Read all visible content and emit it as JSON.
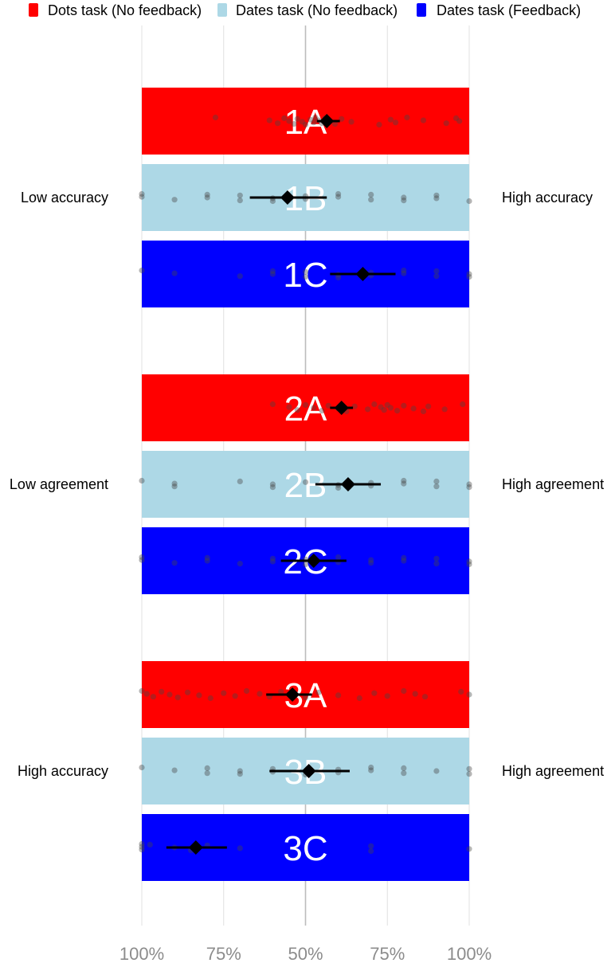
{
  "chart_data": {
    "type": "scatter",
    "legend": {
      "position": "top",
      "entries": [
        {
          "label": "Dots task (No feedback)",
          "color": "#ff0000"
        },
        {
          "label": "Dates task (No feedback)",
          "color": "#add8e6"
        },
        {
          "label": "Dates task (Feedback)",
          "color": "#0000ff"
        }
      ]
    },
    "x_ticks": [
      "100%",
      "75%",
      "50%",
      "75%",
      "100%"
    ],
    "xlim": [
      -1,
      1
    ],
    "grid": true,
    "groups": [
      {
        "left_label": "Low accuracy",
        "right_label": "High accuracy",
        "rows": [
          {
            "label": "1A",
            "condition": 0,
            "mean": 0.13,
            "ci": [
              0.07,
              0.21
            ],
            "points": [
              -0.55,
              -0.22,
              -0.17,
              -0.13,
              -0.1,
              -0.07,
              -0.05,
              -0.02,
              0.0,
              0.03,
              0.05,
              0.06,
              0.08,
              0.1,
              0.12,
              0.15,
              0.18,
              0.22,
              0.28,
              0.45,
              0.52,
              0.55,
              0.62,
              0.72,
              0.86,
              0.92,
              0.94
            ]
          },
          {
            "label": "1B",
            "condition": 1,
            "mean": -0.11,
            "ci": [
              -0.34,
              0.13
            ],
            "points": [
              -1.0,
              -1.0,
              -0.8,
              -0.6,
              -0.6,
              -0.4,
              -0.4,
              -0.2,
              -0.2,
              0.0,
              0.0,
              0.2,
              0.2,
              0.4,
              0.4,
              0.6,
              0.6,
              0.8,
              0.8,
              1.0
            ]
          },
          {
            "label": "1C",
            "condition": 2,
            "mean": 0.35,
            "ci": [
              0.15,
              0.55
            ],
            "points": [
              -1.0,
              -0.8,
              -0.4,
              -0.2,
              -0.2,
              0.0,
              0.0,
              0.2,
              0.2,
              0.4,
              0.4,
              0.6,
              0.6,
              0.8,
              0.8,
              1.0,
              1.0
            ]
          }
        ]
      },
      {
        "left_label": "Low agreement",
        "right_label": "High agreement",
        "rows": [
          {
            "label": "2A",
            "condition": 0,
            "mean": 0.22,
            "ci": [
              0.15,
              0.29
            ],
            "points": [
              -0.2,
              -0.1,
              -0.05,
              0.0,
              0.05,
              0.1,
              0.14,
              0.2,
              0.25,
              0.3,
              0.38,
              0.42,
              0.46,
              0.48,
              0.5,
              0.52,
              0.56,
              0.6,
              0.66,
              0.72,
              0.75,
              0.85,
              0.96
            ]
          },
          {
            "label": "2B",
            "condition": 1,
            "mean": 0.26,
            "ci": [
              0.06,
              0.46
            ],
            "points": [
              -1.0,
              -0.8,
              -0.8,
              -0.4,
              -0.2,
              -0.2,
              0.0,
              0.2,
              0.2,
              0.4,
              0.4,
              0.6,
              0.6,
              0.8,
              0.8,
              1.0,
              1.0
            ]
          },
          {
            "label": "2C",
            "condition": 2,
            "mean": 0.05,
            "ci": [
              -0.15,
              0.25
            ],
            "points": [
              -1.0,
              -1.0,
              -0.8,
              -0.6,
              -0.6,
              -0.4,
              -0.2,
              -0.2,
              0.0,
              0.0,
              0.2,
              0.2,
              0.4,
              0.4,
              0.6,
              0.6,
              0.8,
              0.8,
              1.0,
              1.0
            ]
          }
        ]
      },
      {
        "left_label": "High accuracy",
        "right_label": "High agreement",
        "rows": [
          {
            "label": "3A",
            "condition": 0,
            "mean": -0.08,
            "ci": [
              -0.24,
              0.04
            ],
            "points": [
              -1.0,
              -0.97,
              -0.93,
              -0.88,
              -0.83,
              -0.78,
              -0.72,
              -0.65,
              -0.58,
              -0.5,
              -0.43,
              -0.36,
              -0.28,
              -0.22,
              -0.15,
              -0.08,
              0.0,
              0.08,
              0.2,
              0.33,
              0.42,
              0.5,
              0.6,
              0.67,
              0.73,
              0.95,
              1.0
            ]
          },
          {
            "label": "3B",
            "condition": 1,
            "mean": 0.02,
            "ci": [
              -0.22,
              0.27
            ],
            "points": [
              -1.0,
              -0.8,
              -0.6,
              -0.6,
              -0.4,
              -0.4,
              -0.2,
              -0.2,
              0.0,
              0.2,
              0.2,
              0.4,
              0.4,
              0.6,
              0.6,
              0.8,
              1.0,
              1.0
            ]
          },
          {
            "label": "3C",
            "condition": 2,
            "mean": -0.67,
            "ci": [
              -0.85,
              -0.48
            ],
            "points": [
              -1.0,
              -1.0,
              -1.0,
              -0.95,
              -0.8,
              -0.7,
              -0.6,
              -0.4,
              0.4,
              0.4,
              1.0
            ]
          }
        ]
      }
    ]
  }
}
